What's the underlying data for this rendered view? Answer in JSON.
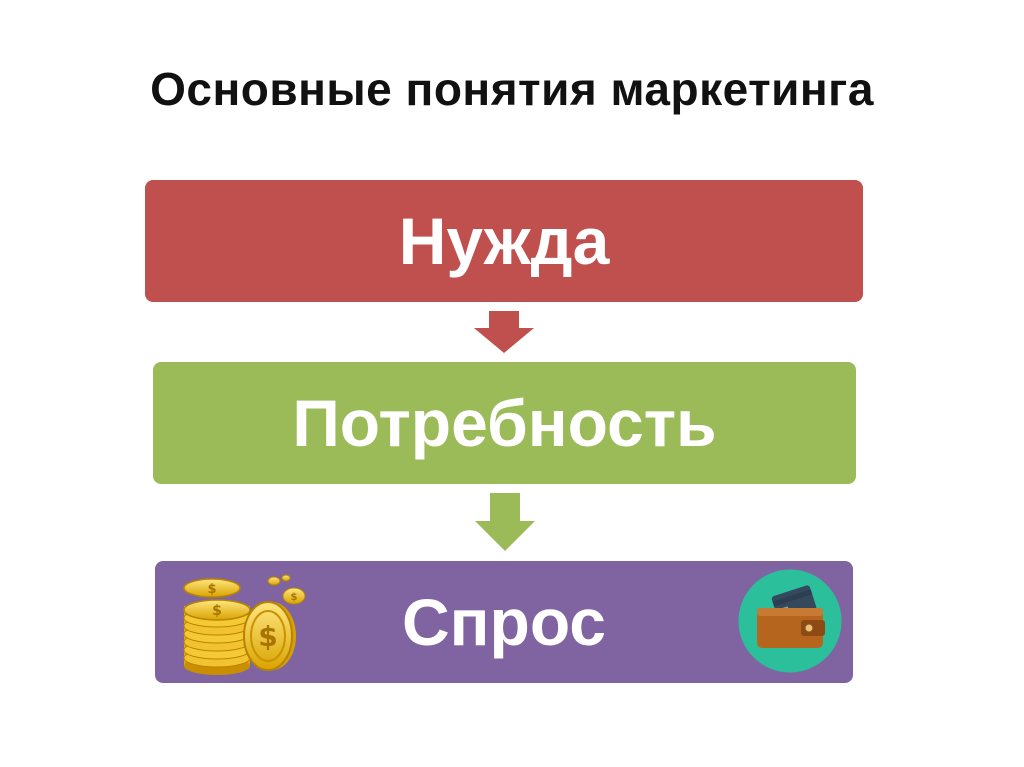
{
  "title": "Основные понятия маркетинга",
  "stages": [
    {
      "label": "Нужда",
      "color": "#c0504d"
    },
    {
      "label": "Потребность",
      "color": "#9bbb59"
    },
    {
      "label": "Спрос",
      "color": "#8064a2"
    }
  ],
  "arrows": [
    {
      "from": "Нужда",
      "to": "Потребность",
      "color": "#c0504d"
    },
    {
      "from": "Потребность",
      "to": "Спрос",
      "color": "#9bbb59"
    }
  ],
  "icons": {
    "left": "gold-coins-icon",
    "right": "wallet-icon"
  }
}
